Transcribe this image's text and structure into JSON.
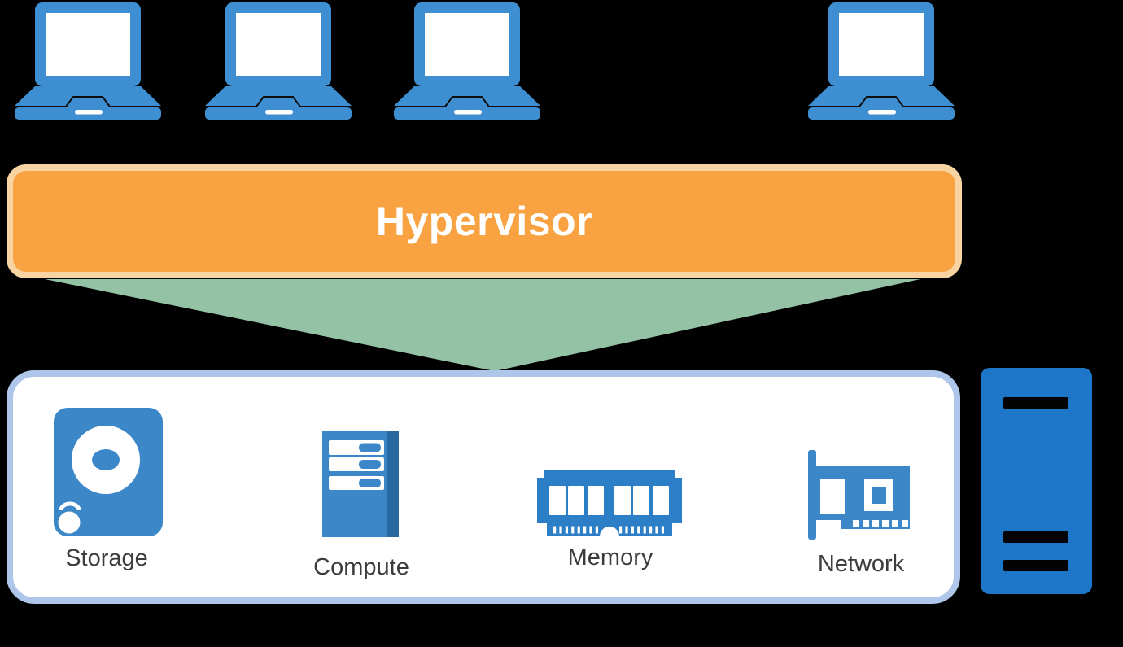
{
  "diagram": {
    "type": "virtualization-architecture",
    "background_color": "#000000",
    "clients": {
      "icon": "laptop-icon",
      "count": 4
    },
    "hypervisor": {
      "label": "Hypervisor",
      "fill_color": "#F9A242",
      "border_color": "#F8D4A3",
      "text_color": "#FFFFFF"
    },
    "flow": {
      "shape": "funnel-arrow",
      "color": "#94C2A4"
    },
    "hardware_box": {
      "fill_color": "#FFFFFF",
      "border_color": "#AEC6E9",
      "label_color": "#3C3C3C",
      "resources": [
        {
          "label": "Storage",
          "icon": "storage-disk-icon"
        },
        {
          "label": "Compute",
          "icon": "compute-server-icon"
        },
        {
          "label": "Memory",
          "icon": "memory-ram-icon"
        },
        {
          "label": "Network",
          "icon": "network-card-icon"
        }
      ]
    },
    "host_server": {
      "icon": "server-tower-icon",
      "color": "#1E76C9"
    },
    "colors": {
      "background": "#000000",
      "laptop_blue": "#3E8FD1",
      "icon_blue": "#3C87C8",
      "memory_blue": "#2C7EC6",
      "compute_side": "#2A699F",
      "tower_blue": "#1E76C9",
      "orange_fill": "#F9A242",
      "orange_border": "#F8D4A3",
      "funnel_green": "#94C2A4",
      "box_border": "#AEC6E9",
      "label_gray": "#3C3C3C"
    }
  }
}
